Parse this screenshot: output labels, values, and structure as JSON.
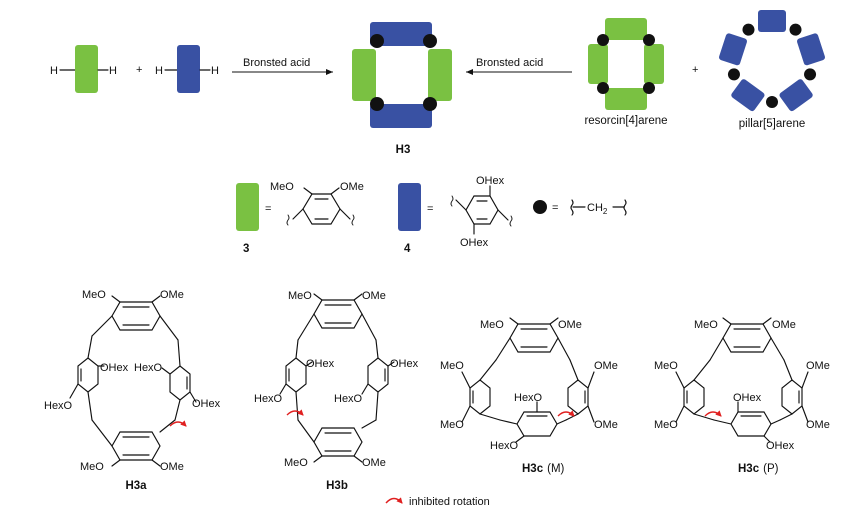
{
  "colors": {
    "green": "#7ac142",
    "blue": "#3951a3",
    "dot": "#111111",
    "rotation": "#e02020"
  },
  "top": {
    "reagent_left": {
      "h1": "H",
      "h2": "H"
    },
    "plus1": "+",
    "reagent_right": {
      "h1": "H",
      "h2": "H"
    },
    "arrow1_label": "Bronsted acid",
    "product_label": "H3",
    "arrow2_label": "Bronsted acid",
    "resorcinarene_label": "resorcin[4]arene",
    "plus2": "+",
    "pillararene_label": "pillar[5]arene"
  },
  "legend": {
    "green_number": "3",
    "blue_number": "4",
    "eq": "=",
    "green_subs": {
      "a": "MeO",
      "b": "OMe"
    },
    "blue_subs": {
      "a": "OHex",
      "b": "OHex"
    },
    "ch2_text": "CH",
    "ch2_sub": "2"
  },
  "structures": [
    {
      "id": "H3a",
      "labels": {
        "meo_t": "MeO",
        "ome_t": "OMe",
        "ohex_l": "OHex",
        "hexo_r": "HexO",
        "hexo_l": "HexO",
        "ohex_r": "OHex",
        "meo_b": "MeO",
        "ome_b": "OMe"
      },
      "caption": "H3a"
    },
    {
      "id": "H3b",
      "labels": {
        "meo_t": "MeO",
        "ome_t": "OMe",
        "ohex_l": "OHex",
        "ohex_r": "OHex",
        "hexo_l": "HexO",
        "hexo_r": "HexO",
        "meo_b": "MeO",
        "ome_b": "OMe"
      },
      "caption": "H3b"
    },
    {
      "id": "H3cM",
      "labels": {
        "meo_t": "MeO",
        "ome_t": "OMe",
        "meo_l1": "MeO",
        "meo_l2": "MeO",
        "ome_r1": "OMe",
        "ome_r2": "OMe",
        "hexo": "HexO",
        "hexo_b": "HexO"
      },
      "caption": "H3c",
      "caption_suffix": "(M)"
    },
    {
      "id": "H3cP",
      "labels": {
        "meo_t": "MeO",
        "ome_t": "OMe",
        "meo_l1": "MeO",
        "meo_l2": "MeO",
        "ome_r1": "OMe",
        "ome_r2": "OMe",
        "ohex": "OHex",
        "ohex_b": "OHex"
      },
      "caption": "H3c",
      "caption_suffix": "(P)"
    }
  ],
  "footer": {
    "inhibited_rotation": "inhibited rotation"
  }
}
